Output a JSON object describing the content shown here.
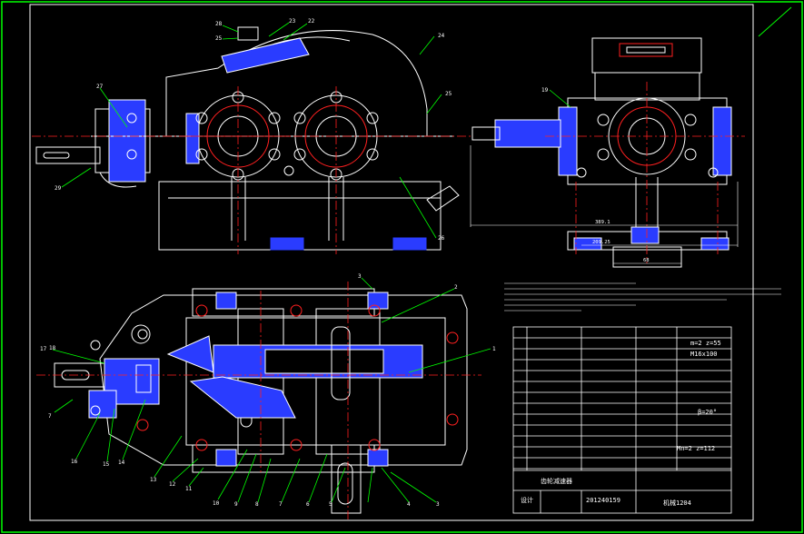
{
  "colors": {
    "background": "#000000",
    "border": "#00ff00",
    "inner_border": "#ffffff",
    "outline": "#ffffff",
    "centerline": "#ff2020",
    "hatch": "#2a3cff",
    "leader": "#00ff00",
    "bolt": "#ff2020",
    "accent": "#ffff00"
  },
  "title_block": {
    "name_caption": "齿轮减速器",
    "drawing_no": "201240159",
    "drawn_label": "设计",
    "sheet_code": "机械1204"
  },
  "dimensions": {
    "width_total": "389.1",
    "width_base": "209.25",
    "flange": "68"
  },
  "spec_right_col": [
    "m=2 z=55",
    "M16x100",
    "Mn=2 z=112",
    "β=20°"
  ],
  "part_numbers": {
    "top_view": [
      "28",
      "25",
      "23",
      "22",
      "24",
      "27",
      "25",
      "29",
      "26"
    ],
    "side_view": [
      "19"
    ],
    "plan_view": [
      "3",
      "2",
      "1",
      "17",
      "18",
      "7",
      "16",
      "15",
      "14",
      "13",
      "12",
      "11",
      "10",
      "9",
      "8",
      "7",
      "6",
      "5",
      "4",
      "3"
    ]
  }
}
